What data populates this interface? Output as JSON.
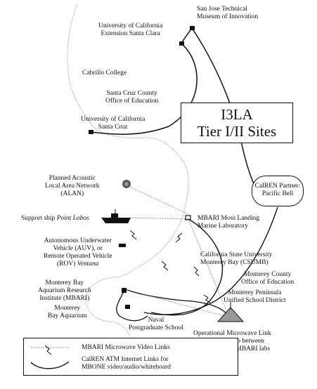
{
  "title": {
    "line1": "I3LA",
    "line2": "Tier I/II Sites"
  },
  "partner": {
    "line1": "CalREN Partner:",
    "line2": "Pacific Bell"
  },
  "sites": {
    "san_jose": {
      "line1": "San Jose Technical",
      "line2": "Museum of Innovation"
    },
    "uc_ext": {
      "line1": "University of California",
      "line2": "Extension Santa Clara"
    },
    "cabrillo": {
      "line1": "Cabrillo College"
    },
    "scc_oe": {
      "line1": "Santa Cruz County",
      "line2": "Office of Education"
    },
    "ucsc": {
      "line1": "University of California",
      "line2": "Santa Cruz"
    },
    "alan": {
      "line1": "Planned Acoustic",
      "line2": "Local Area Network",
      "line3": "(ALAN)"
    },
    "ship": {
      "prefix": "Support ship ",
      "name": "Point Lobos"
    },
    "mbari_ml": {
      "line1": "MBARI Moss Landing",
      "line2": "Marine Laboratory"
    },
    "auv": {
      "line1": "Autonomous Underwater",
      "line2": "Vehicle (AUV), or",
      "line3": "Remote Operated Vehicle",
      "line4_prefix": "(ROV) ",
      "line4_name": "Ventana"
    },
    "csumb": {
      "line1": "California State University",
      "line2": "Monterey Bay (CSUMB)"
    },
    "mc_oe": {
      "line1": "Monterey County",
      "line2": "Office of Education"
    },
    "mbari": {
      "line1": "Monterey Bay",
      "line2": "Aquarium Research",
      "line3": "Institute (MBARI)"
    },
    "mpusd": {
      "line1": "Monterey Peninsula",
      "line2": "Unified School District"
    },
    "mba": {
      "line1": "Monterey",
      "line2": "Bay Aquarium"
    },
    "nps": {
      "line1": "Naval",
      "line2": "Postgraduate School"
    },
    "toro": {
      "line1": "Operational Microwave Link",
      "line2": "on Mount Toro between",
      "line3": "support ship & MBARI labs"
    }
  },
  "legend": {
    "microwave": "MBARI Microwave Video Links",
    "atm_line1": "CalREN ATM Internet Links for",
    "atm_line2": "MBONE video/audio/whiteboard"
  }
}
